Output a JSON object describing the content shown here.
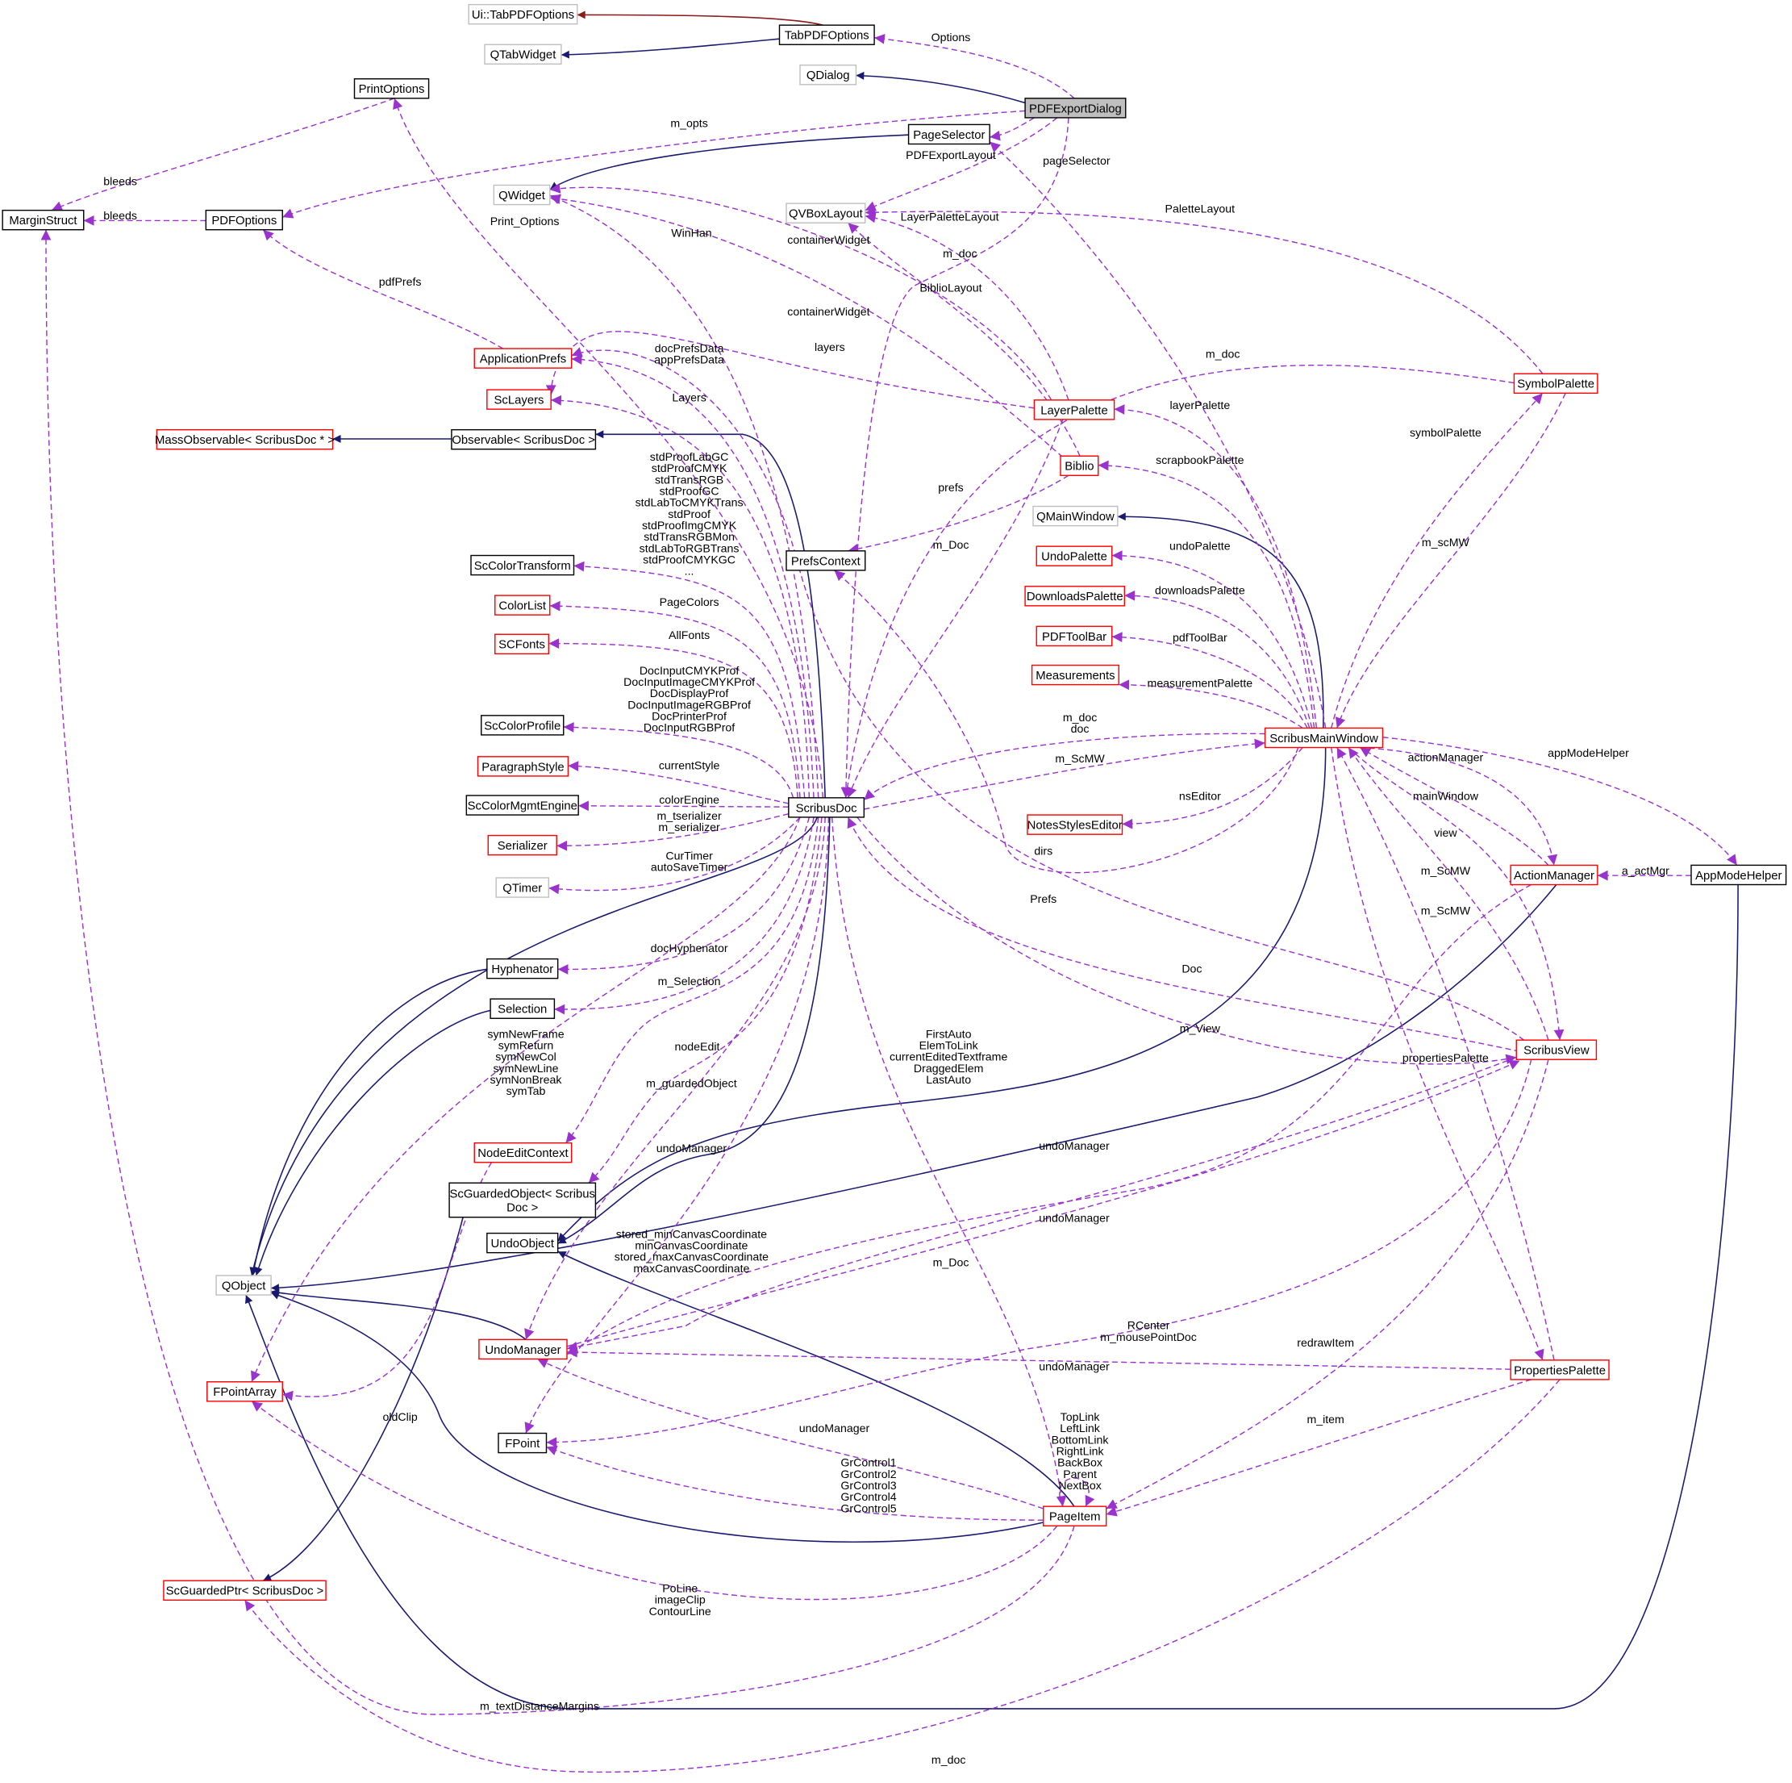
{
  "colors": {
    "inheritance": "#191970",
    "usage": "#9a32cd",
    "private_inheritance": "#8b1a1a",
    "border_normal": "#000000",
    "border_truncated": "#ff0000",
    "border_external": "#bfbfbf",
    "focus_fill": "#bfbfbf"
  },
  "nodes": [
    {
      "id": "UiTabPDFOptions",
      "label": [
        "Ui::TabPDFOptions"
      ],
      "style": "external"
    },
    {
      "id": "QTabWidget",
      "label": [
        "QTabWidget"
      ],
      "style": "external"
    },
    {
      "id": "TabPDFOptions",
      "label": [
        "TabPDFOptions"
      ],
      "style": "normal"
    },
    {
      "id": "PrintOptions",
      "label": [
        "PrintOptions"
      ],
      "style": "normal"
    },
    {
      "id": "QDialog",
      "label": [
        "QDialog"
      ],
      "style": "external"
    },
    {
      "id": "PDFExportDialog",
      "label": [
        "PDFExportDialog"
      ],
      "style": "focus"
    },
    {
      "id": "PageSelector",
      "label": [
        "PageSelector"
      ],
      "style": "normal"
    },
    {
      "id": "QWidget",
      "label": [
        "QWidget"
      ],
      "style": "external"
    },
    {
      "id": "QVBoxLayout",
      "label": [
        "QVBoxLayout"
      ],
      "style": "external"
    },
    {
      "id": "MarginStruct",
      "label": [
        "MarginStruct"
      ],
      "style": "normal"
    },
    {
      "id": "PDFOptions",
      "label": [
        "PDFOptions"
      ],
      "style": "normal"
    },
    {
      "id": "ApplicationPrefs",
      "label": [
        "ApplicationPrefs"
      ],
      "style": "truncated"
    },
    {
      "id": "ScLayers",
      "label": [
        "ScLayers"
      ],
      "style": "truncated"
    },
    {
      "id": "LayerPalette",
      "label": [
        "LayerPalette"
      ],
      "style": "truncated"
    },
    {
      "id": "SymbolPalette",
      "label": [
        "SymbolPalette"
      ],
      "style": "truncated"
    },
    {
      "id": "MassObservable",
      "label": [
        "MassObservable< ScribusDoc * >"
      ],
      "style": "truncated"
    },
    {
      "id": "Observable",
      "label": [
        "Observable< ScribusDoc >"
      ],
      "style": "normal"
    },
    {
      "id": "Biblio",
      "label": [
        "Biblio"
      ],
      "style": "truncated"
    },
    {
      "id": "QMainWindow",
      "label": [
        "QMainWindow"
      ],
      "style": "external"
    },
    {
      "id": "PrefsContext",
      "label": [
        "PrefsContext"
      ],
      "style": "normal"
    },
    {
      "id": "UndoPalette",
      "label": [
        "UndoPalette"
      ],
      "style": "truncated"
    },
    {
      "id": "ScColorTransform",
      "label": [
        "ScColorTransform"
      ],
      "style": "normal"
    },
    {
      "id": "DownloadsPalette",
      "label": [
        "DownloadsPalette"
      ],
      "style": "truncated"
    },
    {
      "id": "ColorList",
      "label": [
        "ColorList"
      ],
      "style": "truncated"
    },
    {
      "id": "SCFonts",
      "label": [
        "SCFonts"
      ],
      "style": "truncated"
    },
    {
      "id": "PDFToolBar",
      "label": [
        "PDFToolBar"
      ],
      "style": "truncated"
    },
    {
      "id": "Measurements",
      "label": [
        "Measurements"
      ],
      "style": "truncated"
    },
    {
      "id": "ScColorProfile",
      "label": [
        "ScColorProfile"
      ],
      "style": "normal"
    },
    {
      "id": "ScribusMainWindow",
      "label": [
        "ScribusMainWindow"
      ],
      "style": "truncated"
    },
    {
      "id": "ParagraphStyle",
      "label": [
        "ParagraphStyle"
      ],
      "style": "truncated"
    },
    {
      "id": "ScColorMgmtEngine",
      "label": [
        "ScColorMgmtEngine"
      ],
      "style": "normal"
    },
    {
      "id": "ScribusDoc",
      "label": [
        "ScribusDoc"
      ],
      "style": "normal"
    },
    {
      "id": "NotesStylesEditor",
      "label": [
        "NotesStylesEditor"
      ],
      "style": "truncated"
    },
    {
      "id": "Serializer",
      "label": [
        "Serializer"
      ],
      "style": "truncated"
    },
    {
      "id": "QTimer",
      "label": [
        "QTimer"
      ],
      "style": "external"
    },
    {
      "id": "ActionManager",
      "label": [
        "ActionManager"
      ],
      "style": "truncated"
    },
    {
      "id": "AppModeHelper",
      "label": [
        "AppModeHelper"
      ],
      "style": "normal"
    },
    {
      "id": "Hyphenator",
      "label": [
        "Hyphenator"
      ],
      "style": "normal"
    },
    {
      "id": "Selection",
      "label": [
        "Selection"
      ],
      "style": "normal"
    },
    {
      "id": "ScribusView",
      "label": [
        "ScribusView"
      ],
      "style": "truncated"
    },
    {
      "id": "NodeEditContext",
      "label": [
        "NodeEditContext"
      ],
      "style": "truncated"
    },
    {
      "id": "ScGuardedObject",
      "label": [
        "ScGuardedObject< Scribus",
        "Doc >"
      ],
      "style": "normal"
    },
    {
      "id": "UndoObject",
      "label": [
        "UndoObject"
      ],
      "style": "normal"
    },
    {
      "id": "QObject",
      "label": [
        "QObject"
      ],
      "style": "external"
    },
    {
      "id": "UndoManager",
      "label": [
        "UndoManager"
      ],
      "style": "truncated"
    },
    {
      "id": "PropertiesPalette",
      "label": [
        "PropertiesPalette"
      ],
      "style": "truncated"
    },
    {
      "id": "FPointArray",
      "label": [
        "FPointArray"
      ],
      "style": "truncated"
    },
    {
      "id": "FPoint",
      "label": [
        "FPoint"
      ],
      "style": "normal"
    },
    {
      "id": "PageItem",
      "label": [
        "PageItem"
      ],
      "style": "truncated"
    },
    {
      "id": "ScGuardedPtr",
      "label": [
        "ScGuardedPtr< ScribusDoc >"
      ],
      "style": "truncated"
    }
  ],
  "edges": [
    {
      "from": "TabPDFOptions",
      "to": "UiTabPDFOptions",
      "kind": "private_inheritance",
      "labels": []
    },
    {
      "from": "TabPDFOptions",
      "to": "QTabWidget",
      "kind": "inheritance",
      "labels": []
    },
    {
      "from": "PDFExportDialog",
      "to": "QDialog",
      "kind": "inheritance",
      "labels": []
    },
    {
      "from": "PageSelector",
      "to": "QWidget",
      "kind": "inheritance",
      "labels": []
    },
    {
      "from": "Observable",
      "to": "MassObservable",
      "kind": "inheritance",
      "labels": []
    },
    {
      "from": "ScribusDoc",
      "to": "Observable",
      "kind": "inheritance",
      "labels": []
    },
    {
      "from": "ScribusMainWindow",
      "to": "QMainWindow",
      "kind": "inheritance",
      "labels": []
    },
    {
      "from": "ScribusDoc",
      "to": "QObject",
      "kind": "inheritance",
      "labels": []
    },
    {
      "from": "Hyphenator",
      "to": "QObject",
      "kind": "inheritance",
      "labels": []
    },
    {
      "from": "Selection",
      "to": "QObject",
      "kind": "inheritance",
      "labels": []
    },
    {
      "from": "ScribusDoc",
      "to": "UndoObject",
      "kind": "inheritance",
      "labels": []
    },
    {
      "from": "ScribusMainWindow",
      "to": "UndoObject",
      "kind": "inheritance",
      "labels": []
    },
    {
      "from": "ActionManager",
      "to": "QObject",
      "kind": "inheritance",
      "labels": []
    },
    {
      "from": "ScGuardedObject",
      "to": "ScGuardedPtr",
      "kind": "inheritance",
      "labels": []
    },
    {
      "from": "UndoManager",
      "to": "QObject",
      "kind": "inheritance",
      "labels": []
    },
    {
      "from": "PageItem",
      "to": "UndoObject",
      "kind": "inheritance",
      "labels": []
    },
    {
      "from": "PageItem",
      "to": "QObject",
      "kind": "inheritance",
      "labels": []
    },
    {
      "from": "AppModeHelper",
      "to": "QObject",
      "kind": "inheritance",
      "labels": []
    },
    {
      "from": "PDFExportDialog",
      "to": "TabPDFOptions",
      "kind": "usage",
      "labels": [
        "Options"
      ]
    },
    {
      "from": "PDFExportDialog",
      "to": "PDFOptions",
      "kind": "usage",
      "labels": [
        "m_opts"
      ]
    },
    {
      "from": "PDFExportDialog",
      "to": "QVBoxLayout",
      "kind": "usage",
      "labels": [
        "PDFExportLayout"
      ]
    },
    {
      "from": "PDFExportDialog",
      "to": "PageSelector",
      "kind": "usage",
      "labels": [
        "pageSelector"
      ]
    },
    {
      "from": "PDFExportDialog",
      "to": "ScribusDoc",
      "kind": "usage",
      "labels": [
        "m_doc"
      ]
    },
    {
      "from": "PrintOptions",
      "to": "MarginStruct",
      "kind": "usage",
      "labels": [
        "bleeds"
      ]
    },
    {
      "from": "PDFOptions",
      "to": "MarginStruct",
      "kind": "usage",
      "labels": [
        "bleeds"
      ]
    },
    {
      "from": "ApplicationPrefs",
      "to": "PDFOptions",
      "kind": "usage",
      "labels": [
        "pdfPrefs"
      ]
    },
    {
      "from": "ScribusDoc",
      "to": "PrintOptions",
      "kind": "usage",
      "labels": [
        "Print_Options"
      ]
    },
    {
      "from": "ScribusDoc",
      "to": "QWidget",
      "kind": "usage",
      "labels": [
        "WinHan"
      ]
    },
    {
      "from": "ScribusDoc",
      "to": "ApplicationPrefs",
      "kind": "usage",
      "labels": [
        "docPrefsData",
        "appPrefsData"
      ]
    },
    {
      "from": "ScribusDoc",
      "to": "ScLayers",
      "kind": "usage",
      "labels": [
        "Layers"
      ]
    },
    {
      "from": "ScribusDoc",
      "to": "ScColorTransform",
      "kind": "usage",
      "labels": [
        "stdProofLabGC",
        "stdProofCMYK",
        "stdTransRGB",
        "stdProofGC",
        "stdLabToCMYKTrans",
        "stdProof",
        "stdProofImgCMYK",
        "stdTransRGBMon",
        "stdLabToRGBTrans",
        "stdProofCMYKGC",
        "..."
      ]
    },
    {
      "from": "ScribusDoc",
      "to": "ColorList",
      "kind": "usage",
      "labels": [
        "PageColors"
      ]
    },
    {
      "from": "ScribusDoc",
      "to": "SCFonts",
      "kind": "usage",
      "labels": [
        "AllFonts"
      ]
    },
    {
      "from": "ScribusDoc",
      "to": "ScColorProfile",
      "kind": "usage",
      "labels": [
        "DocInputCMYKProf",
        "DocInputImageCMYKProf",
        "DocDisplayProf",
        "DocInputImageRGBProf",
        "DocPrinterProf",
        "DocInputRGBProf"
      ]
    },
    {
      "from": "ScribusDoc",
      "to": "ParagraphStyle",
      "kind": "usage",
      "labels": [
        "currentStyle"
      ]
    },
    {
      "from": "ScribusDoc",
      "to": "ScColorMgmtEngine",
      "kind": "usage",
      "labels": [
        "colorEngine"
      ]
    },
    {
      "from": "ScribusDoc",
      "to": "Serializer",
      "kind": "usage",
      "labels": [
        "m_tserializer",
        "m_serializer"
      ]
    },
    {
      "from": "ScribusDoc",
      "to": "QTimer",
      "kind": "usage",
      "labels": [
        "CurTimer",
        "autoSaveTimer"
      ]
    },
    {
      "from": "ScribusDoc",
      "to": "Hyphenator",
      "kind": "usage",
      "labels": [
        "docHyphenator"
      ]
    },
    {
      "from": "ScribusDoc",
      "to": "Selection",
      "kind": "usage",
      "labels": [
        "m_Selection"
      ]
    },
    {
      "from": "ScribusDoc",
      "to": "NodeEditContext",
      "kind": "usage",
      "labels": [
        "nodeEdit"
      ]
    },
    {
      "from": "ScribusDoc",
      "to": "ScGuardedObject",
      "kind": "usage",
      "labels": [
        "m_guardedObject"
      ]
    },
    {
      "from": "ScribusDoc",
      "to": "UndoManager",
      "kind": "usage",
      "labels": [
        "undoManager"
      ]
    },
    {
      "from": "ScribusDoc",
      "to": "FPoint",
      "kind": "usage",
      "labels": [
        "stored_minCanvasCoordinate",
        "minCanvasCoordinate",
        "stored_maxCanvasCoordinate",
        "maxCanvasCoordinate"
      ]
    },
    {
      "from": "ScribusDoc",
      "to": "PageItem",
      "kind": "usage",
      "labels": [
        "FirstAuto",
        "ElemToLink",
        "currentEditedTextframe",
        "DraggedElem",
        "LastAuto"
      ]
    },
    {
      "from": "ScribusDoc",
      "to": "FPointArray",
      "kind": "usage",
      "labels": [
        "symNewFrame",
        "symReturn",
        "symNewCol",
        "symNewLine",
        "symNonBreak",
        "symTab"
      ]
    },
    {
      "from": "ScribusDoc",
      "to": "ScribusMainWindow",
      "kind": "usage",
      "labels": [
        "m_ScMW"
      ]
    },
    {
      "from": "ScribusDoc",
      "to": "ScribusView",
      "kind": "usage",
      "labels": [
        "m_View"
      ]
    },
    {
      "from": "ScribusMainWindow",
      "to": "ScribusDoc",
      "kind": "usage",
      "labels": [
        "m_doc",
        "doc"
      ]
    },
    {
      "from": "ScribusMainWindow",
      "to": "LayerPalette",
      "kind": "usage",
      "labels": [
        "layerPalette"
      ]
    },
    {
      "from": "ScribusMainWindow",
      "to": "Biblio",
      "kind": "usage",
      "labels": [
        "scrapbookPalette"
      ]
    },
    {
      "from": "ScribusMainWindow",
      "to": "UndoPalette",
      "kind": "usage",
      "labels": [
        "undoPalette"
      ]
    },
    {
      "from": "ScribusMainWindow",
      "to": "DownloadsPalette",
      "kind": "usage",
      "labels": [
        "downloadsPalette"
      ]
    },
    {
      "from": "ScribusMainWindow",
      "to": "PDFToolBar",
      "kind": "usage",
      "labels": [
        "pdfToolBar"
      ]
    },
    {
      "from": "ScribusMainWindow",
      "to": "Measurements",
      "kind": "usage",
      "labels": [
        "measurementPalette"
      ]
    },
    {
      "from": "ScribusMainWindow",
      "to": "NotesStylesEditor",
      "kind": "usage",
      "labels": [
        "nsEditor"
      ]
    },
    {
      "from": "ScribusMainWindow",
      "to": "PrefsContext",
      "kind": "usage",
      "labels": [
        "dirs"
      ]
    },
    {
      "from": "ScribusMainWindow",
      "to": "SymbolPalette",
      "kind": "usage",
      "labels": [
        "symbolPalette"
      ]
    },
    {
      "from": "ScribusMainWindow",
      "to": "PageSelector",
      "kind": "usage",
      "labels": []
    },
    {
      "from": "ScribusMainWindow",
      "to": "ActionManager",
      "kind": "usage",
      "labels": [
        "actionManager"
      ]
    },
    {
      "from": "ScribusMainWindow",
      "to": "AppModeHelper",
      "kind": "usage",
      "labels": [
        "appModeHelper"
      ]
    },
    {
      "from": "ScribusMainWindow",
      "to": "ScribusView",
      "kind": "usage",
      "labels": [
        "view"
      ]
    },
    {
      "from": "ScribusMainWindow",
      "to": "PropertiesPalette",
      "kind": "usage",
      "labels": [
        "propertiesPalette"
      ]
    },
    {
      "from": "SymbolPalette",
      "to": "ScribusMainWindow",
      "kind": "usage",
      "labels": [
        "m_scMW"
      ]
    },
    {
      "from": "SymbolPalette",
      "to": "QVBoxLayout",
      "kind": "usage",
      "labels": [
        "PaletteLayout"
      ]
    },
    {
      "from": "SymbolPalette",
      "to": "ScribusDoc",
      "kind": "usage",
      "labels": [
        "m_doc"
      ]
    },
    {
      "from": "LayerPalette",
      "to": "QVBoxLayout",
      "kind": "usage",
      "labels": [
        "LayerPaletteLayout"
      ]
    },
    {
      "from": "LayerPalette",
      "to": "ScLayers",
      "kind": "usage",
      "labels": [
        "layers"
      ]
    },
    {
      "from": "LayerPalette",
      "to": "ScribusDoc",
      "kind": "usage",
      "labels": [
        "m_Doc"
      ]
    },
    {
      "from": "LayerPalette",
      "to": "QWidget",
      "kind": "usage",
      "labels": [
        "containerWidget"
      ]
    },
    {
      "from": "Biblio",
      "to": "QWidget",
      "kind": "usage",
      "labels": [
        "containerWidget"
      ]
    },
    {
      "from": "Biblio",
      "to": "QVBoxLayout",
      "kind": "usage",
      "labels": [
        "BiblioLayout"
      ]
    },
    {
      "from": "Biblio",
      "to": "PrefsContext",
      "kind": "usage",
      "labels": [
        "prefs"
      ]
    },
    {
      "from": "ActionManager",
      "to": "ScribusMainWindow",
      "kind": "usage",
      "labels": [
        "mainWindow"
      ]
    },
    {
      "from": "ActionManager",
      "to": "UndoManager",
      "kind": "usage",
      "labels": [
        "undoManager"
      ]
    },
    {
      "from": "AppModeHelper",
      "to": "ActionManager",
      "kind": "usage",
      "labels": [
        "a_actMgr"
      ]
    },
    {
      "from": "ScribusView",
      "to": "ScribusMainWindow",
      "kind": "usage",
      "labels": [
        "m_ScMW"
      ]
    },
    {
      "from": "ScribusView",
      "to": "ScribusDoc",
      "kind": "usage",
      "labels": [
        "Doc"
      ]
    },
    {
      "from": "ScribusView",
      "to": "ApplicationPrefs",
      "kind": "usage",
      "labels": [
        "Prefs"
      ]
    },
    {
      "from": "ScribusView",
      "to": "UndoManager",
      "kind": "usage",
      "labels": [
        "undoManager"
      ]
    },
    {
      "from": "ScribusView",
      "to": "PageItem",
      "kind": "usage",
      "labels": [
        "redrawItem"
      ]
    },
    {
      "from": "ScribusView",
      "to": "FPoint",
      "kind": "usage",
      "labels": [
        "RCenter",
        "m_mousePointDoc"
      ]
    },
    {
      "from": "UndoManager",
      "to": "ScribusView",
      "kind": "usage",
      "labels": [
        "m_Doc"
      ]
    },
    {
      "from": "PropertiesPalette",
      "to": "ScribusMainWindow",
      "kind": "usage",
      "labels": [
        "m_ScMW"
      ]
    },
    {
      "from": "PropertiesPalette",
      "to": "UndoManager",
      "kind": "usage",
      "labels": [
        "undoManager"
      ]
    },
    {
      "from": "PropertiesPalette",
      "to": "PageItem",
      "kind": "usage",
      "labels": [
        "m_item"
      ]
    },
    {
      "from": "PropertiesPalette",
      "to": "ScGuardedPtr",
      "kind": "usage",
      "labels": [
        "m_doc"
      ]
    },
    {
      "from": "PageItem",
      "to": "UndoManager",
      "kind": "usage",
      "labels": [
        "undoManager"
      ]
    },
    {
      "from": "PageItem",
      "to": "FPoint",
      "kind": "usage",
      "labels": [
        "GrControl1",
        "GrControl2",
        "GrControl3",
        "GrControl4",
        "GrControl5"
      ]
    },
    {
      "from": "PageItem",
      "to": "PageItem",
      "kind": "usage",
      "labels": [
        "TopLink",
        "LeftLink",
        "BottomLink",
        "RightLink",
        "BackBox",
        "Parent",
        "NextBox"
      ]
    },
    {
      "from": "PageItem",
      "to": "FPointArray",
      "kind": "usage",
      "labels": [
        "PoLine",
        "imageClip",
        "ContourLine"
      ]
    },
    {
      "from": "PageItem",
      "to": "MarginStruct",
      "kind": "usage",
      "labels": [
        "m_textDistanceMargins"
      ]
    },
    {
      "from": "NodeEditContext",
      "to": "FPointArray",
      "kind": "usage",
      "labels": [
        "oldClip"
      ]
    }
  ]
}
